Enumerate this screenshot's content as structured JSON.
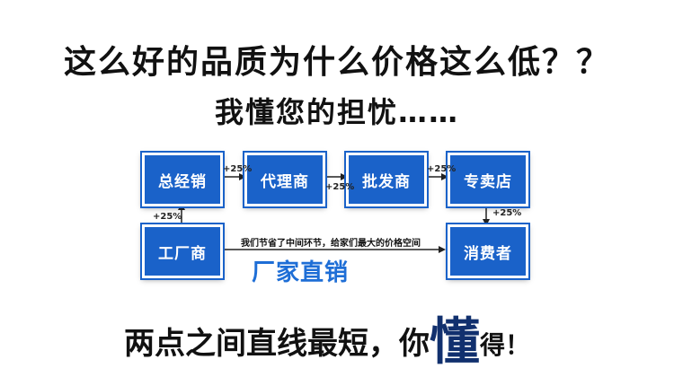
{
  "headline": "这么好的品质为什么价格这么低？？",
  "subheadline": "我懂您的担忧……",
  "boxes": {
    "general_dist": "总经销",
    "agent": "代理商",
    "wholesaler": "批发商",
    "store": "专卖店",
    "factory": "工厂商",
    "consumer": "消费者"
  },
  "markups": {
    "factory_to_general": "+25%",
    "general_to_agent": "+25%",
    "agent_to_wholesaler": "+25%",
    "wholesaler_to_store": "+25%",
    "store_to_consumer": "+25%"
  },
  "flow_caption": "我们节省了中间环节，给家们最大的价格空间",
  "direct_label": "厂家直销",
  "tagline": {
    "part1": "两点之间直线最短，你",
    "emphasis": "懂",
    "part2": "得！"
  },
  "colors": {
    "box_blue": "#1a62c9",
    "direct_blue": "#1e6ed6"
  }
}
